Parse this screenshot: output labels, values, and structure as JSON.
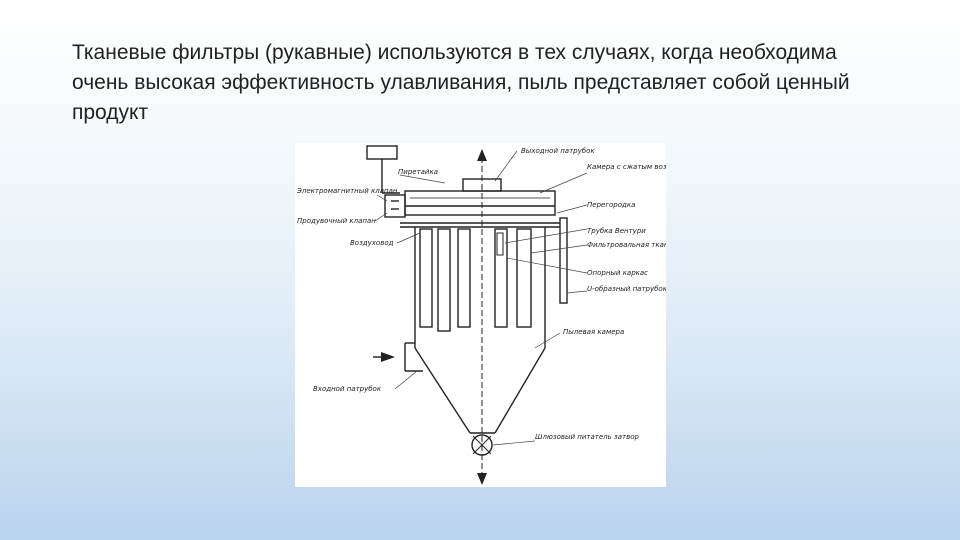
{
  "slide": {
    "text": "Тканевые фильтры (рукавные) используются в тех случаях, когда необходима очень высокая эффективность улавливания, пыль представляет собой ценный продукт"
  },
  "diagram": {
    "labels": {
      "outlet_pipe": "Выходной патрубок",
      "compressed_air_chamber": "Камера с сжатым воздухом",
      "pipe": "Пиретайка",
      "solenoid_valve": "Электромагнитный клапан",
      "cleaning_valve": "Продувочный клапан",
      "partition": "Перегородка",
      "air_pipe": "Воздуховод",
      "venturi_tube": "Трубка Вентури",
      "filter_bag": "Фильтровальная ткань",
      "support_frame": "Опорный каркас",
      "manifold": "U-образный патрубок",
      "dust_chamber": "Пылевая камера",
      "inlet_pipe": "Входной патрубок",
      "rotary_valve": "Шлюзовый питатель затвор"
    }
  }
}
